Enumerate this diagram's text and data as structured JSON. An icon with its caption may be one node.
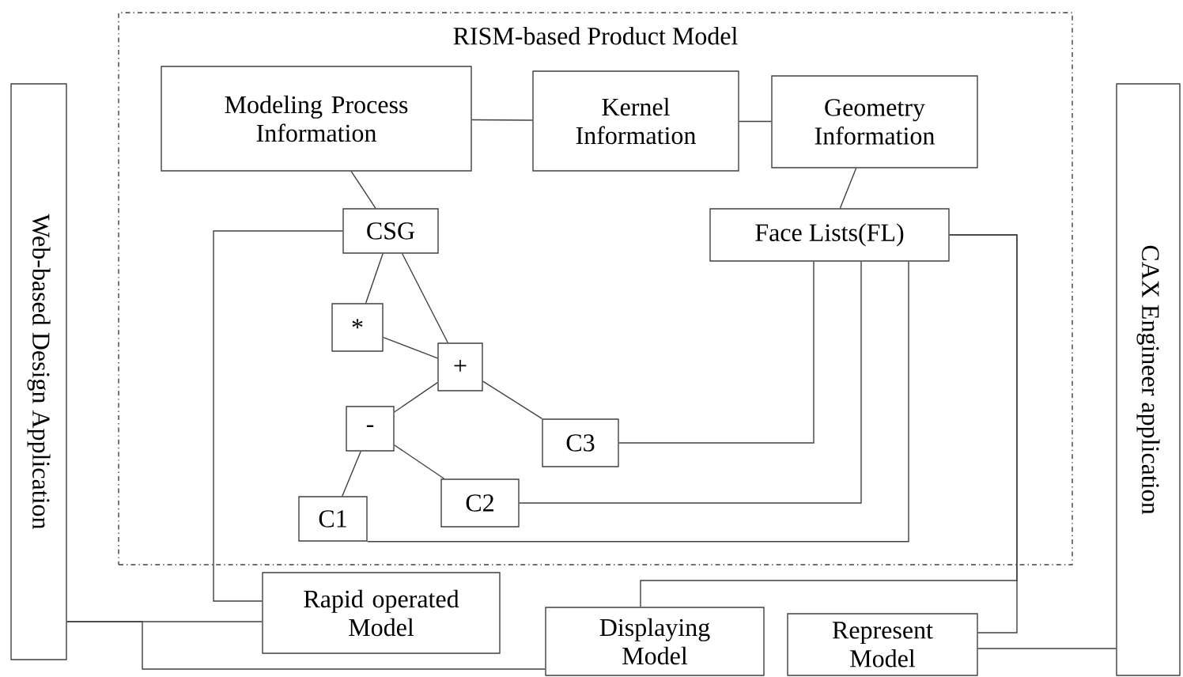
{
  "diagram": {
    "nodes": [
      {
        "text": [
          "RISM-based Product Model"
        ]
      },
      {
        "text": [
          "Modeling Process Information"
        ],
        "in": 0
      },
      {
        "text": [
          "Kernel Information"
        ],
        "in": 0
      },
      {
        "text": [
          "Geometry Information"
        ],
        "in": 0
      },
      {
        "text": [
          "CSG"
        ],
        "in": 0
      },
      {
        "text": [
          "*"
        ],
        "in": 0
      },
      {
        "text": [
          "+"
        ],
        "in": 0
      },
      {
        "text": [
          "-"
        ],
        "in": 0
      },
      {
        "text": [
          "C1"
        ],
        "in": 0
      },
      {
        "text": [
          "C2"
        ],
        "in": 0
      },
      {
        "text": [
          "C3"
        ],
        "in": 0
      },
      {
        "text": [
          "Face Lists(FL)"
        ],
        "in": 0
      },
      {
        "text": [
          "Web-based Design Application"
        ]
      },
      {
        "text": [
          "CAX Engineer application"
        ]
      },
      {
        "text": [
          "Rapid operated Model"
        ]
      },
      {
        "text": [
          "Displaying Model"
        ]
      },
      {
        "text": [
          "Represent Model"
        ]
      }
    ],
    "edges": [
      {
        "from": 1,
        "to": 2,
        "arrow": "none"
      },
      {
        "from": 2,
        "to": 3,
        "arrow": "none"
      },
      {
        "from": 1,
        "to": 4,
        "arrow": "none"
      },
      {
        "from": 3,
        "to": 11,
        "arrow": "none"
      },
      {
        "from": 4,
        "to": 5,
        "arrow": "none"
      },
      {
        "from": 4,
        "to": 6,
        "arrow": "none"
      },
      {
        "from": 5,
        "to": 6,
        "arrow": "none"
      },
      {
        "from": 6,
        "to": 7,
        "arrow": "none"
      },
      {
        "from": 6,
        "to": 10,
        "arrow": "none"
      },
      {
        "from": 7,
        "to": 8,
        "arrow": "none"
      },
      {
        "from": 7,
        "to": 9,
        "arrow": "none"
      },
      {
        "from": 10,
        "to": 11,
        "arrow": "none"
      },
      {
        "from": 9,
        "to": 11,
        "arrow": "none"
      },
      {
        "from": 8,
        "to": 11,
        "arrow": "none"
      },
      {
        "from": 4,
        "to": 14,
        "arrow": "none"
      },
      {
        "from": 11,
        "to": 16,
        "arrow": "none"
      },
      {
        "from": 11,
        "to": 15,
        "arrow": "none"
      },
      {
        "from": 16,
        "to": 13,
        "arrow": "none"
      },
      {
        "from": 12,
        "to": 14,
        "arrow": "none"
      },
      {
        "from": 12,
        "to": 15,
        "arrow": "none"
      }
    ]
  }
}
